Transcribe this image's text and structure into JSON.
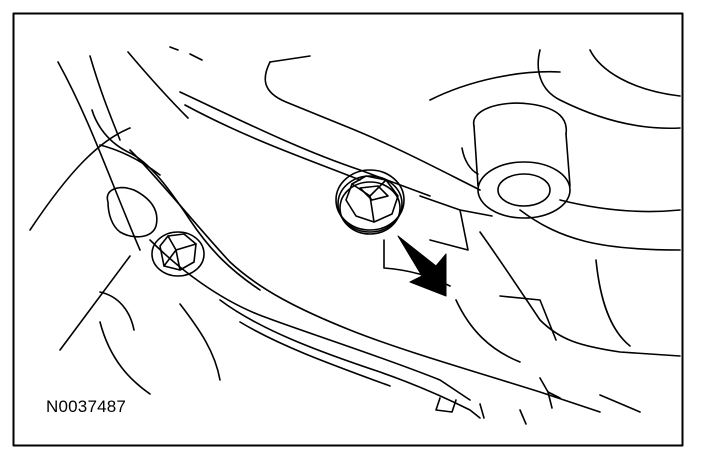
{
  "figure": {
    "id_label": "N0037487"
  },
  "colors": {
    "line": "#000000",
    "background": "#ffffff"
  },
  "parts": [
    {
      "name": "plug",
      "shape": "hex-head-plug"
    },
    {
      "name": "bolt",
      "shape": "hex-head-bolt"
    },
    {
      "name": "boss",
      "shape": "cylindrical-boss"
    },
    {
      "name": "arrow",
      "shape": "pointer-arrow"
    }
  ]
}
